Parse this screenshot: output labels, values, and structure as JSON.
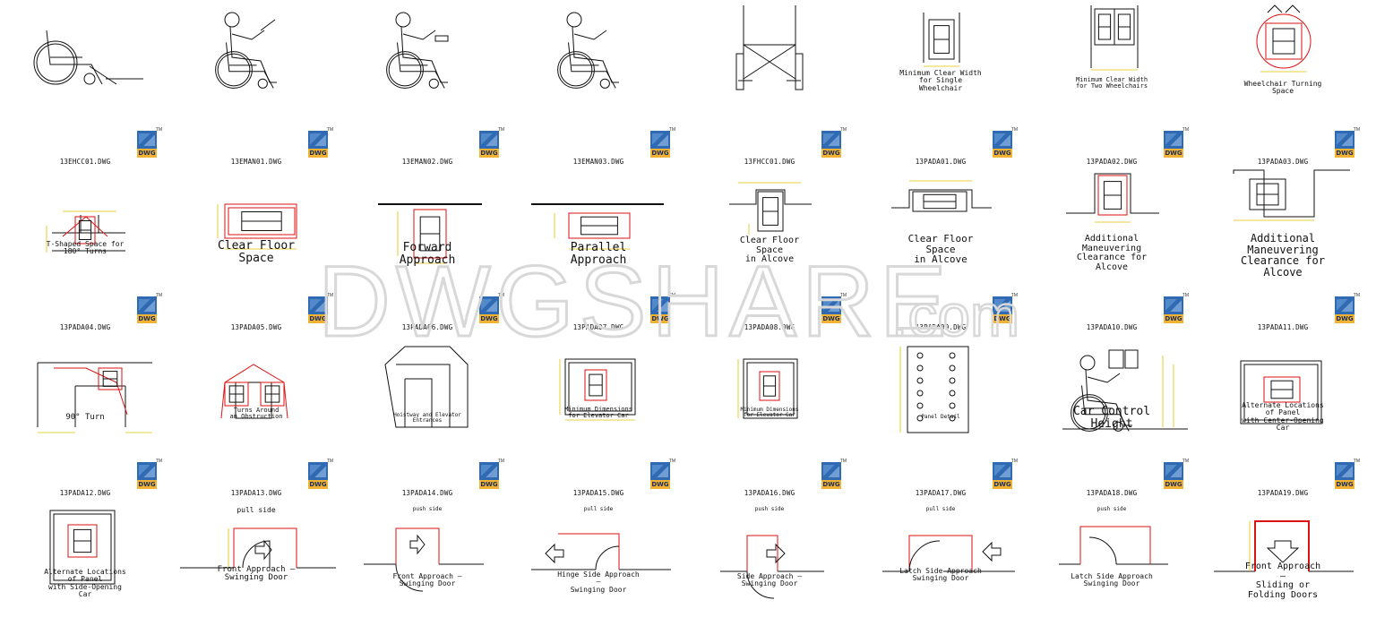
{
  "badge": {
    "label": "DWG",
    "tm": "TM"
  },
  "watermark": {
    "text": "DWGSHARE",
    "suffix": ".com"
  },
  "rows": [
    [
      {
        "file": "",
        "caption": "",
        "art": "wheelchair-side"
      },
      {
        "file": "",
        "caption": "",
        "art": "person-pointing"
      },
      {
        "file": "",
        "caption": "",
        "art": "person-reading"
      },
      {
        "file": "",
        "caption": "",
        "art": "person-seated"
      },
      {
        "file": "",
        "caption": "",
        "art": "wheelchair-front"
      },
      {
        "file": "",
        "caption": "Minimum Clear Width\nfor Single Wheelchair",
        "art": "single-width"
      },
      {
        "file": "",
        "caption": "Minimum Clear Width\nfor Two Wheelchairs",
        "art": "two-width"
      },
      {
        "file": "",
        "caption": "Wheelchair Turning Space",
        "art": "turning"
      }
    ],
    [
      {
        "file": "13EHCC01.DWG",
        "caption": "T-Shaped Space for\n180° Turns",
        "art": "tshape"
      },
      {
        "file": "13EMAN01.DWG",
        "caption": "Clear Floor Space",
        "art": "clear-floor"
      },
      {
        "file": "13EMAN02.DWG",
        "caption": "Forward Approach",
        "art": "forward"
      },
      {
        "file": "13EMAN03.DWG",
        "caption": "Parallel Approach",
        "art": "parallel"
      },
      {
        "file": "13FHCC01.DWG",
        "caption": "Clear Floor Space\nin Alcove",
        "art": "alcove-a"
      },
      {
        "file": "13PADA01.DWG",
        "caption": "Clear Floor Space\nin Alcove",
        "art": "alcove-b"
      },
      {
        "file": "13PADA02.DWG",
        "caption": "Additional Maneuvering\nClearance for Alcove",
        "art": "alcove-c"
      },
      {
        "file": "13PADA03.DWG",
        "caption": "Additional Maneuvering\nClearance for Alcove",
        "art": "alcove-d"
      }
    ],
    [
      {
        "file": "13PADA04.DWG",
        "caption": "90° Turn",
        "art": "turn90"
      },
      {
        "file": "13PADA05.DWG",
        "caption": "Turns Around\nan Obstruction",
        "art": "obstruction"
      },
      {
        "file": "13PADA06.DWG",
        "caption": "Hoistway and Elevator Entrances",
        "art": "hoistway"
      },
      {
        "file": "13PADA07.DWG",
        "caption": "Minimum Dimensions\nfor Elevator Car",
        "art": "car-a"
      },
      {
        "file": "13PADA08.DWG",
        "caption": "Minimum Dimensions\nfor Elevator Car",
        "art": "car-b"
      },
      {
        "file": "13PADA09.DWG",
        "caption": "Panel Detail",
        "art": "panel"
      },
      {
        "file": "13PADA10.DWG",
        "caption": "Car Control Height",
        "art": "control-height"
      },
      {
        "file": "13PADA11.DWG",
        "caption": "Alternate Locations of Panel\nwith Center-Opening Car",
        "art": "car-center"
      }
    ],
    [
      {
        "file": "13PADA12.DWG",
        "caption": "Alternate Locations of Panel\nwith Side-Opening Car",
        "art": "car-side"
      },
      {
        "file": "13PADA13.DWG",
        "caption": "Front Approach —\nSwinging Door",
        "sub": "pull side",
        "art": "door-front"
      },
      {
        "file": "13PADA14.DWG",
        "caption": "Front Approach —\nSwinging Door",
        "sub": "push side",
        "art": "door-front-push"
      },
      {
        "file": "13PADA15.DWG",
        "caption": "Hinge Side Approach —\nSwinging Door",
        "sub": "pull side",
        "art": "door-hinge"
      },
      {
        "file": "13PADA16.DWG",
        "caption": "Side Approach —\nSwinging Door",
        "sub": "push side",
        "art": "door-side"
      },
      {
        "file": "13PADA17.DWG",
        "caption": "Latch Side Approach\nSwinging Door",
        "sub": "pull side",
        "art": "door-latch"
      },
      {
        "file": "13PADA18.DWG",
        "caption": "Latch Side Approach\nSwinging Door",
        "sub": "push side",
        "art": "door-latch-push"
      },
      {
        "file": "13PADA19.DWG",
        "caption": "Front Approach —\nSliding or Folding Doors",
        "art": "door-sliding"
      }
    ]
  ]
}
